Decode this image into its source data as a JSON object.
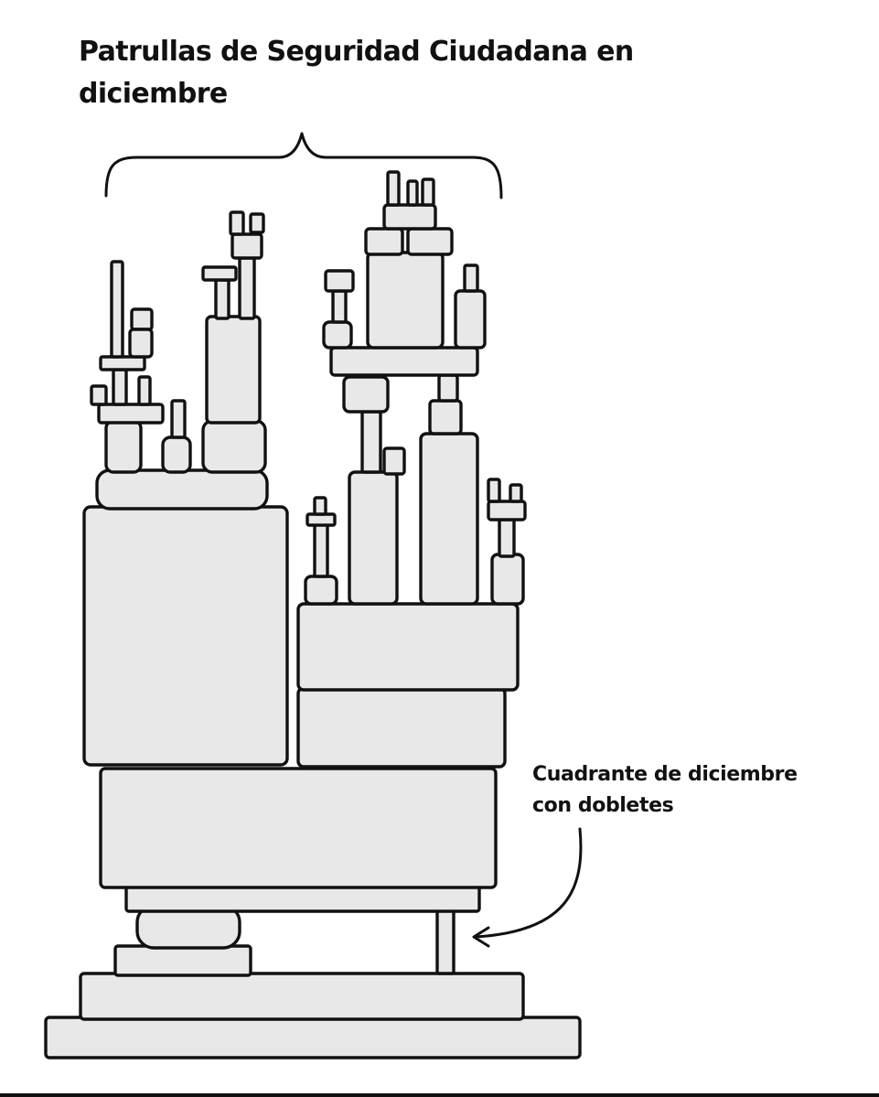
{
  "title": {
    "line1": "Patrullas de Seguridad Ciudadana en",
    "line2": "diciembre"
  },
  "annotation": {
    "line1": "Cuadrante de diciembre",
    "line2": "con dobletes"
  },
  "colors": {
    "block_fill": "#e8e8e8",
    "ink": "#111111",
    "background": "#ffffff"
  }
}
